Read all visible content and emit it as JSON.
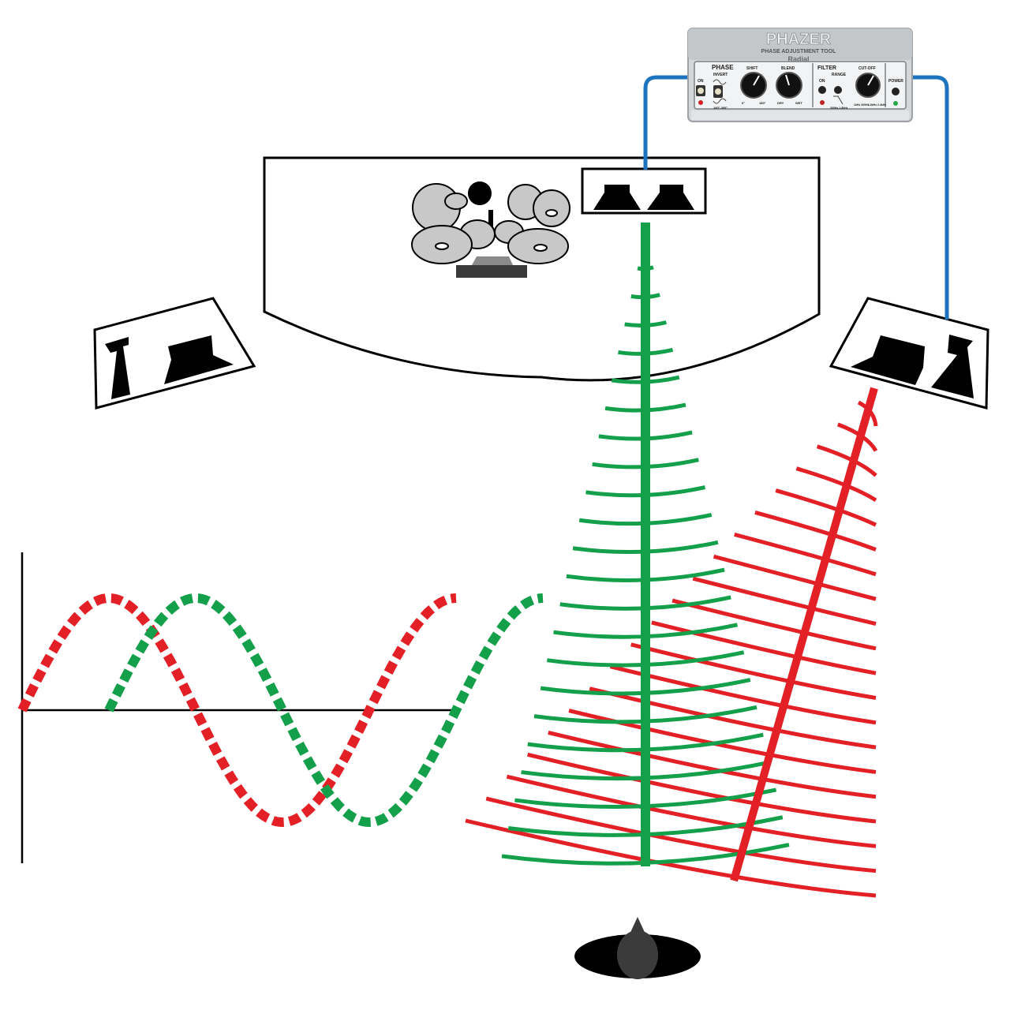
{
  "colors": {
    "green": "#14a04a",
    "red": "#e32026",
    "cable": "#1e73be",
    "outline": "#000000",
    "drum_gray": "#c8c8c8",
    "device_body": "#d4d6d8",
    "panel_dark": "#2b2b2b"
  },
  "device": {
    "brand": "Radial",
    "model": "PHAZER",
    "subtitle": "PHASE ADJUSTMENT TOOL",
    "phase_section": "PHASE",
    "on_label": "ON",
    "invert_label": "INVERT",
    "invert_range": "180°-360°",
    "shift_label": "SHIFT",
    "shift_min": "0°",
    "shift_max": "180°",
    "blend_label": "BLEND",
    "blend_min": "DRY",
    "blend_max": "WET",
    "filter_section": "FILTER",
    "filter_on_label": "ON",
    "range_label": "RANGE",
    "range_low": "300Hz-1.8kHz",
    "cutoff_label": "CUT-OFF",
    "cutoff_min": "1kHz 300Hz",
    "cutoff_max": "1.8kHz 2.4kHz",
    "power_label": "POWER"
  },
  "icons": [
    "stage-outline",
    "drum-kit-icon",
    "amp-speaker-icon",
    "pa-speaker-icon",
    "listener-icon",
    "phaser-device-icon"
  ],
  "waves": [
    {
      "color": "red",
      "phase_deg": 0,
      "cycles": 1.25
    },
    {
      "color": "green",
      "phase_deg": 90,
      "cycles": 1.25
    }
  ]
}
